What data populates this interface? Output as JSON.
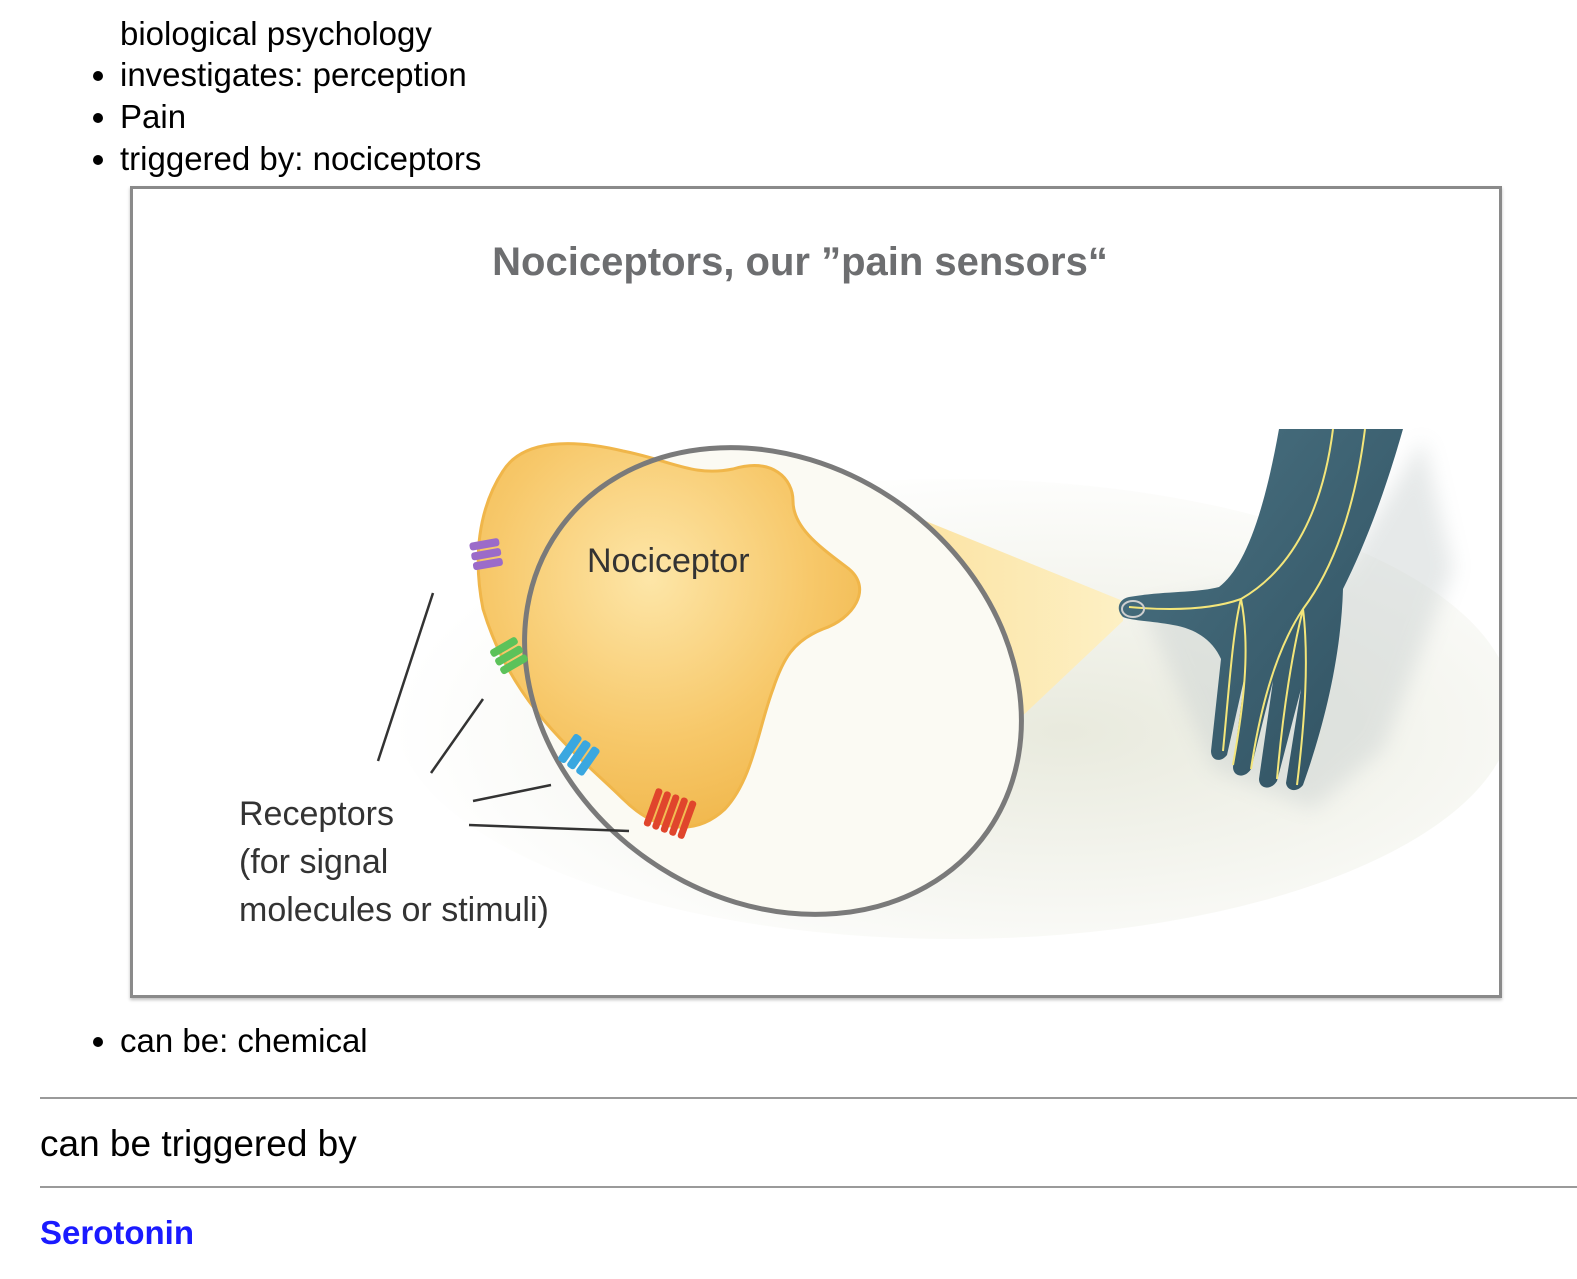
{
  "intro_text": "biological psychology",
  "top_list": [
    "investigates: perception",
    "Pain",
    "triggered by: nociceptors"
  ],
  "figure": {
    "title": "Nociceptors, our ”pain sensors“",
    "cell_label": "Nociceptor",
    "receptor_label_lines": [
      "Receptors",
      "(for signal",
      "molecules or stimuli)"
    ],
    "colors": {
      "cell_fill": "#f7c86a",
      "beam_fill": "#fbe39e",
      "hand_fill": "#3d6373",
      "nerve_color": "#f4e67a",
      "receptor_purple": "#9b6bc9",
      "receptor_green": "#5cc25a",
      "receptor_blue": "#3aa7e0",
      "receptor_red": "#e0452c",
      "ellipse_stroke": "#7a7a7a"
    }
  },
  "bottom_list": [
    "can be: chemical"
  ],
  "section": {
    "heading": "can be triggered by",
    "link_label": "Serotonin",
    "link_color": "#1a1aff"
  }
}
